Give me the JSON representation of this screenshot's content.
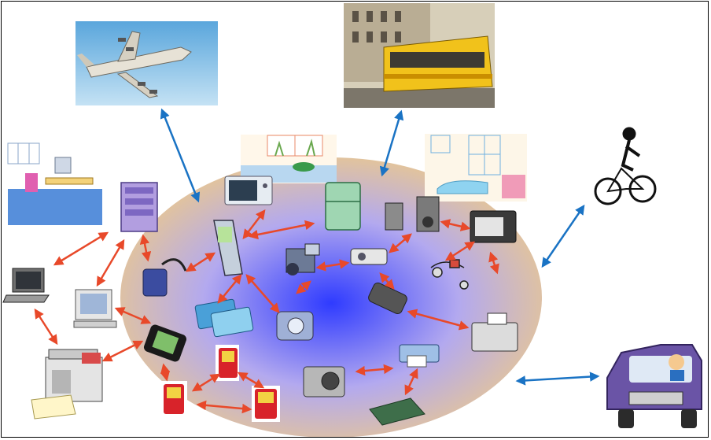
{
  "diagram": {
    "colors": {
      "page_background": "#ffffff",
      "ellipse_fill_center": "#2f3bff",
      "ellipse_fill_mid": "#b3a9ef",
      "ellipse_fill_edge": "#e8c792",
      "internal_link_arrow": "#e8492a",
      "external_link_arrow": "#1a73c4"
    },
    "outside_items": [
      {
        "id": "airplane",
        "icon": "airplane-photo-icon"
      },
      {
        "id": "tram",
        "icon": "tram-photo-icon"
      },
      {
        "id": "cyclist",
        "icon": "cyclist-icon"
      },
      {
        "id": "car",
        "icon": "car-with-driver-icon"
      },
      {
        "id": "office-room",
        "icon": "office-room-icon"
      },
      {
        "id": "kitchen",
        "icon": "kitchen-scene-icon"
      },
      {
        "id": "bathroom",
        "icon": "bathroom-scene-icon"
      },
      {
        "id": "server-tower",
        "icon": "server-tower-icon"
      },
      {
        "id": "laptop",
        "icon": "laptop-icon"
      },
      {
        "id": "desktop-pc",
        "icon": "desktop-computer-icon"
      },
      {
        "id": "copier",
        "icon": "photocopier-icon"
      }
    ],
    "network_devices": [
      {
        "id": "microwave",
        "icon": "microwave-icon"
      },
      {
        "id": "fridge",
        "icon": "refrigerator-icon"
      },
      {
        "id": "speakers",
        "icon": "speakers-icon"
      },
      {
        "id": "oven",
        "icon": "oven-icon"
      },
      {
        "id": "flip-phone",
        "icon": "flip-phone-icon"
      },
      {
        "id": "camcorder",
        "icon": "camcorder-icon"
      },
      {
        "id": "projector",
        "icon": "projector-icon"
      },
      {
        "id": "headset",
        "icon": "headset-icon"
      },
      {
        "id": "blood-pressure",
        "icon": "blood-pressure-monitor-icon"
      },
      {
        "id": "smart-cards",
        "icon": "smart-cards-icon"
      },
      {
        "id": "mobile-phone",
        "icon": "mobile-phone-icon"
      },
      {
        "id": "webcam",
        "icon": "webcam-icon"
      },
      {
        "id": "fax",
        "icon": "fax-machine-icon"
      },
      {
        "id": "pda",
        "icon": "pda-icon"
      },
      {
        "id": "printer",
        "icon": "printer-icon"
      },
      {
        "id": "game-console-1",
        "icon": "handheld-game-icon"
      },
      {
        "id": "game-console-2",
        "icon": "handheld-game-icon"
      },
      {
        "id": "game-console-3",
        "icon": "handheld-game-icon"
      },
      {
        "id": "digital-camera",
        "icon": "digital-camera-icon"
      },
      {
        "id": "scanner",
        "icon": "flatbed-scanner-icon"
      }
    ],
    "external_links": [
      {
        "from": "airplane",
        "to": "flip-phone"
      },
      {
        "from": "tram",
        "to": "network"
      },
      {
        "from": "cyclist",
        "to": "network"
      },
      {
        "from": "car",
        "to": "network"
      }
    ],
    "internal_links": [
      {
        "from": "server-tower",
        "to": "laptop"
      },
      {
        "from": "server-tower",
        "to": "desktop-pc"
      },
      {
        "from": "server-tower",
        "to": "blood-pressure"
      },
      {
        "from": "laptop",
        "to": "copier"
      },
      {
        "from": "desktop-pc",
        "to": "pda"
      },
      {
        "from": "copier",
        "to": "pda"
      },
      {
        "from": "blood-pressure",
        "to": "flip-phone"
      },
      {
        "from": "flip-phone",
        "to": "microwave"
      },
      {
        "from": "flip-phone",
        "to": "fridge"
      },
      {
        "from": "flip-phone",
        "to": "smart-cards"
      },
      {
        "from": "flip-phone",
        "to": "webcam"
      },
      {
        "from": "camcorder",
        "to": "projector"
      },
      {
        "from": "projector",
        "to": "speakers"
      },
      {
        "from": "speakers",
        "to": "oven"
      },
      {
        "from": "oven",
        "to": "headset"
      },
      {
        "from": "oven",
        "to": "headset-bottom"
      },
      {
        "from": "projector",
        "to": "mobile-phone"
      },
      {
        "from": "webcam",
        "to": "camcorder"
      },
      {
        "from": "mobile-phone",
        "to": "fax"
      },
      {
        "from": "printer",
        "to": "digital-camera"
      },
      {
        "from": "printer",
        "to": "scanner"
      },
      {
        "from": "pda",
        "to": "game-console-3"
      },
      {
        "from": "game-console-1",
        "to": "game-console-3"
      },
      {
        "from": "game-console-1",
        "to": "game-console-2"
      },
      {
        "from": "game-console-2",
        "to": "game-console-3"
      }
    ]
  }
}
